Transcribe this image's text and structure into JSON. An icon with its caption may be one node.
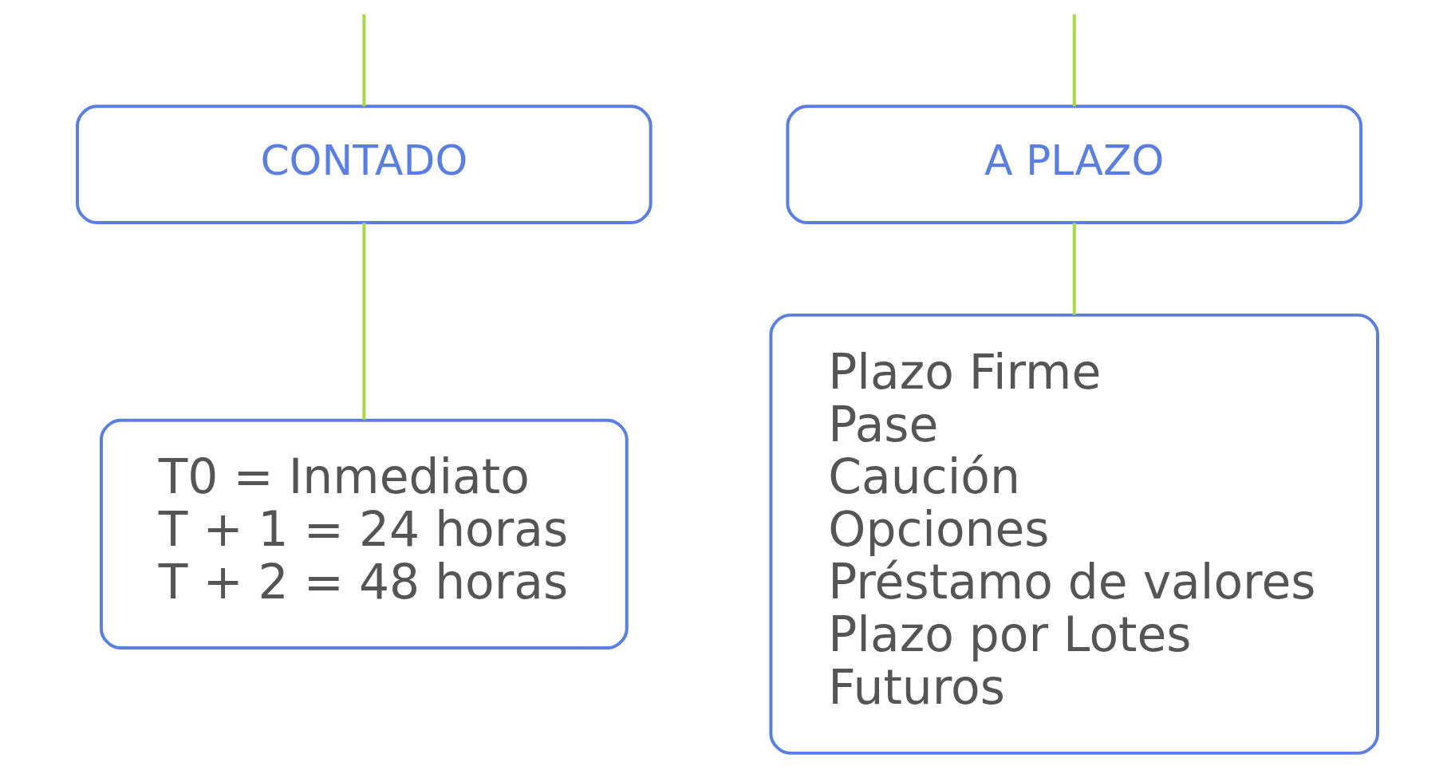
{
  "diagram": {
    "nodes": [
      {
        "text": [
          "CONTADO"
        ]
      },
      {
        "text": [
          "A PLAZO"
        ]
      },
      {
        "text": [
          "T0 = Inmediato",
          "T + 1 = 24 horas",
          "T + 2 = 48 horas"
        ]
      },
      {
        "text": [
          "Plazo Firme",
          "Pase",
          "Caución",
          "Opciones",
          "Préstamo de valores",
          "Plazo por Lotes",
          "Futuros"
        ]
      }
    ],
    "edges": [
      {
        "from": null,
        "to": 0,
        "arrow": "none"
      },
      {
        "from": null,
        "to": 1,
        "arrow": "none"
      },
      {
        "from": 0,
        "to": 2,
        "arrow": "none"
      },
      {
        "from": 1,
        "to": 3,
        "arrow": "none"
      }
    ]
  }
}
